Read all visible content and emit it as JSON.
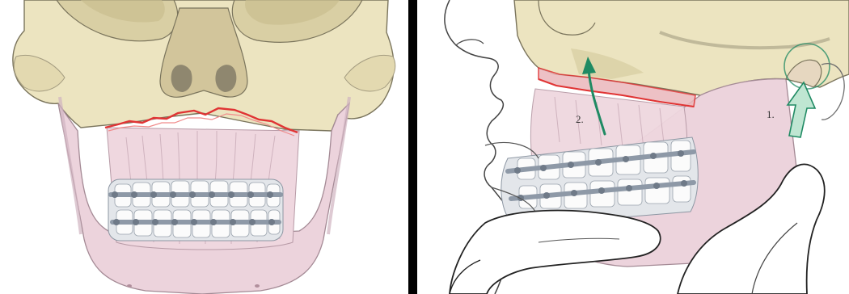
{
  "figure": {
    "left_panel": {
      "view": "frontal"
    },
    "right_panel": {
      "view": "lateral",
      "step_1_label": "1.",
      "step_2_label": "2."
    }
  },
  "colors": {
    "bone": "#ece4c0",
    "bone_shadow": "#d9cfa4",
    "bone_outline": "#7a745c",
    "mandible": "#ecd3dc",
    "mandible_outline": "#a48a95",
    "fracture_line": "#e03434",
    "maxilla_segment": "#ebb7bb",
    "splint_metal": "#9aa6b4",
    "teeth": "#fbfbfb",
    "arrow_green": "#1f8a63",
    "arrow_green_light": "#bfe6d2",
    "glove_outline": "#222222",
    "divider": "#000000"
  }
}
